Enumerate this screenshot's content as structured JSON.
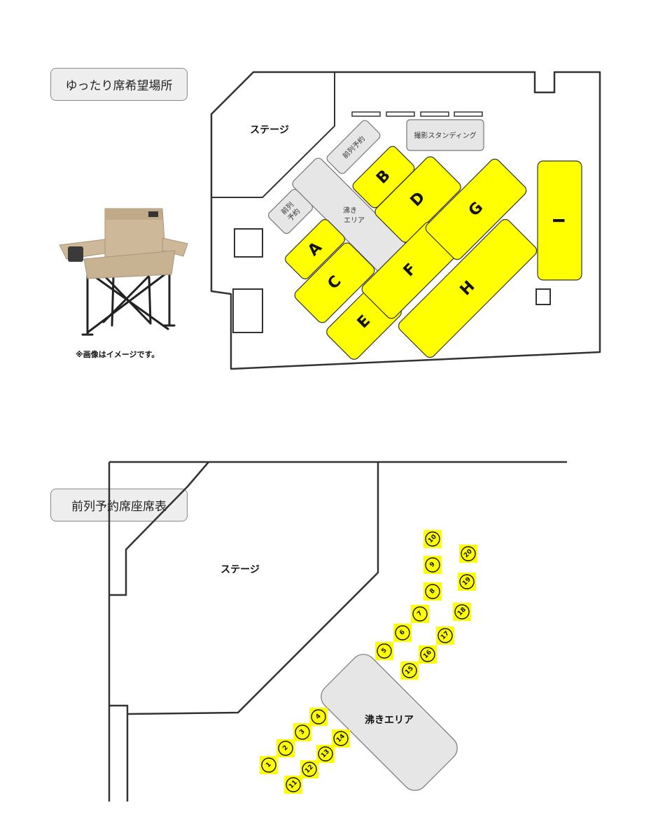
{
  "top_section": {
    "label": "ゆったり席希望場所",
    "stage_label": "ステージ",
    "front_reserve_label_1": "前列予約",
    "front_reserve_label_2_line1": "前列",
    "front_reserve_label_2_line2": "予約",
    "boiling_area_line1": "沸き",
    "boiling_area_line2": "エリア",
    "photo_standing": "撮影スタンディング",
    "zones": [
      "A",
      "B",
      "C",
      "D",
      "E",
      "F",
      "G",
      "H",
      "I"
    ],
    "chair_caption": "※画像はイメージです。",
    "accent_color": "#ffff00"
  },
  "bottom_section": {
    "label": "前列予約席座席表",
    "stage_label": "ステージ",
    "boiling_area": "沸きエリア",
    "seats": [
      "1",
      "2",
      "3",
      "4",
      "5",
      "6",
      "7",
      "8",
      "9",
      "10",
      "11",
      "12",
      "13",
      "14",
      "15",
      "16",
      "17",
      "18",
      "19",
      "20"
    ]
  }
}
